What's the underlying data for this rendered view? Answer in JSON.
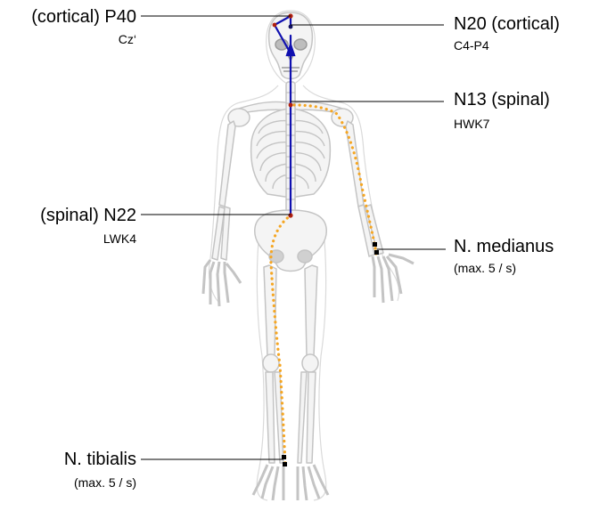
{
  "labels": {
    "p40": {
      "title": "(cortical) P40",
      "sub": "Cz‘"
    },
    "n20": {
      "title": "N20 (cortical)",
      "sub": "C4-P4"
    },
    "n13": {
      "title": "N13 (spinal)",
      "sub": "HWK7"
    },
    "n22": {
      "title": "(spinal) N22",
      "sub": "LWK4"
    },
    "medianus": {
      "title": "N. medianus",
      "sub": "(max. 5 / s)"
    },
    "tibialis": {
      "title": "N. tibialis",
      "sub": "(max. 5 / s)"
    }
  },
  "colors": {
    "bone_stroke": "#c4c4c4",
    "bone_fill": "#f4f4f4",
    "body_outline": "#dadada",
    "pathway_blue": "#1010b0",
    "pathway_orange": "#f5a623",
    "electrode_dark": "#000000",
    "electrode_red": "#b02010",
    "leader_line": "#000000"
  }
}
